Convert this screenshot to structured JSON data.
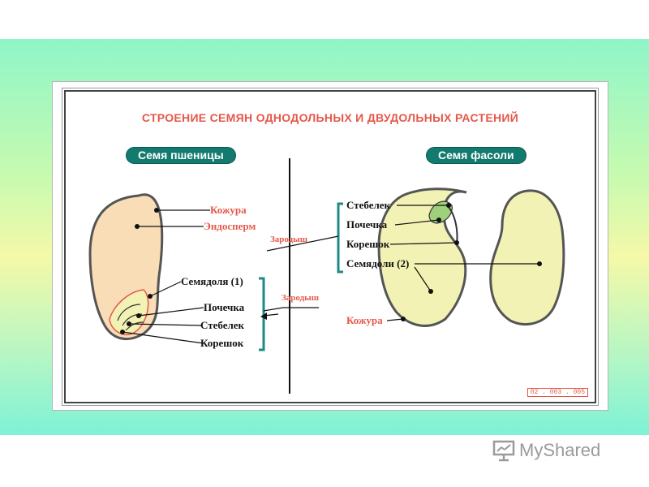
{
  "title": "СТРОЕНИЕ СЕМЯН ОДНОДОЛЬНЫХ И ДВУДОЛЬНЫХ РАСТЕНИЙ",
  "wheat": {
    "heading": "Семя пшеницы",
    "labels": {
      "husk": "Кожура",
      "endosperm": "Эндосперм",
      "cotyledon": "Семядоля (1)",
      "bud": "Почечка",
      "stem": "Стебелек",
      "root": "Корешок"
    },
    "embryo": "Зародыш"
  },
  "bean": {
    "heading": "Семя фасоли",
    "labels": {
      "stem": "Стебелек",
      "bud": "Почечка",
      "root": "Корешок",
      "cotyledons": "Семядоли (2)",
      "husk": "Кожура"
    },
    "embryo": "Зародыш"
  },
  "code": "02 . 003 . 005",
  "watermark": "MyShared",
  "colors": {
    "accent_red": "#e4584a",
    "pill_green": "#127a6e",
    "bracket_teal": "#1f8a86",
    "seed_yellow": "#f2f2b4",
    "endosperm_peach": "#f8ddb6"
  }
}
